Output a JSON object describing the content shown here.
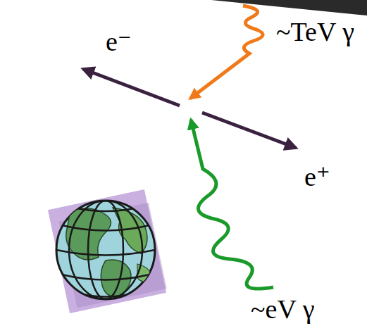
{
  "diagram": {
    "labels": [
      "e⁻",
      "~TeV γ",
      "e⁺",
      "~eV γ"
    ]
  }
}
